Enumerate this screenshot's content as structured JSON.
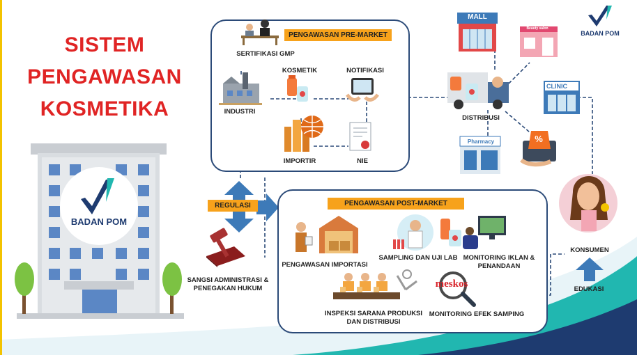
{
  "title": {
    "line1": "SISTEM",
    "line2": "PENGAWASAN",
    "line3": "KOSMETIKA"
  },
  "brand": {
    "logo_text": "BADAN POM",
    "corner_logo_text": "BADAN POM"
  },
  "pre_market": {
    "heading": "PENGAWASAN PRE-MARKET",
    "items": {
      "gmp": "SERTIFIKASI GMP",
      "industri": "INDUSTRI",
      "kosmetik": "KOSMETIK",
      "notifikasi": "NOTIFIKASI",
      "importir": "IMPORTIR",
      "nie": "NIE"
    }
  },
  "regulasi": "REGULASI",
  "post_market": {
    "heading": "PENGAWASAN POST-MARKET",
    "items": {
      "importasi": "PENGAWASAN IMPORTASI",
      "sampling": "SAMPLING DAN UJI LAB",
      "iklan_1": "MONITORING IKLAN &",
      "iklan_2": "PENANDAAN",
      "inspeksi_1": "INSPEKSI SARANA PRODUKSI",
      "inspeksi_2": "DAN DISTRIBUSI",
      "meso": "MONITORING EFEK SAMPING",
      "meso_sign": "meskos"
    }
  },
  "sangsi": {
    "line1": "SANGSI ADMINISTRASI &",
    "line2": "PENEGAKAN HUKUM"
  },
  "distribution": {
    "distribusi": "DISTRIBUSI",
    "mall_sign": "MALL",
    "salon_sign": "Beauty salon",
    "clinic_sign": "CLINIC",
    "pharmacy_sign": "Pharmacy",
    "discount_sign": "%"
  },
  "consumer": {
    "konsumen": "KONSUMEN",
    "edukasi": "EDUKASI"
  },
  "colors": {
    "title_red": "#e02424",
    "line_blue": "#2b4a78",
    "tag_orange": "#f7a21b",
    "arrow_blue": "#3d7ab8",
    "teal": "#21b7b0",
    "dark_navy": "#1e3b70"
  }
}
